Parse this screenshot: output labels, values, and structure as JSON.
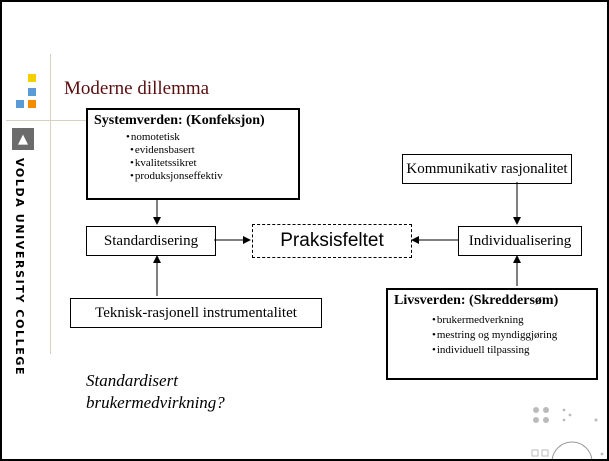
{
  "slide": {
    "title": "Moderne dillemma",
    "institution_logo_text": "VOLDA UNIVERSITY COLLEGE",
    "logo_colors": {
      "yellow": "#f5d000",
      "blue": "#5b9bd5",
      "orange": "#f28c00",
      "title_color": "#5a0f0f"
    }
  },
  "systemverden": {
    "heading": "Systemverden: (Konfeksjon)",
    "bullets": [
      "nomotetisk",
      "evidensbasert",
      "kvalitetssikret",
      "produksjonseffektiv"
    ]
  },
  "standardisering": {
    "label": "Standardisering"
  },
  "praksisfeltet": {
    "label": "Praksisfeltet"
  },
  "individualisering": {
    "label": "Individualisering"
  },
  "kommunikativ": {
    "label": "Kommunikativ rasjonalitet"
  },
  "teknisk": {
    "label": "Teknisk-rasjonell instrumentalitet"
  },
  "livsverden": {
    "heading": "Livsverden: (Skreddersøm)",
    "bullets": [
      "brukermedverkning",
      "mestring og myndiggjøring",
      "individuell tilpassing"
    ]
  },
  "note": {
    "line1": "Standardisert",
    "line2": "brukermedvirkning?"
  }
}
